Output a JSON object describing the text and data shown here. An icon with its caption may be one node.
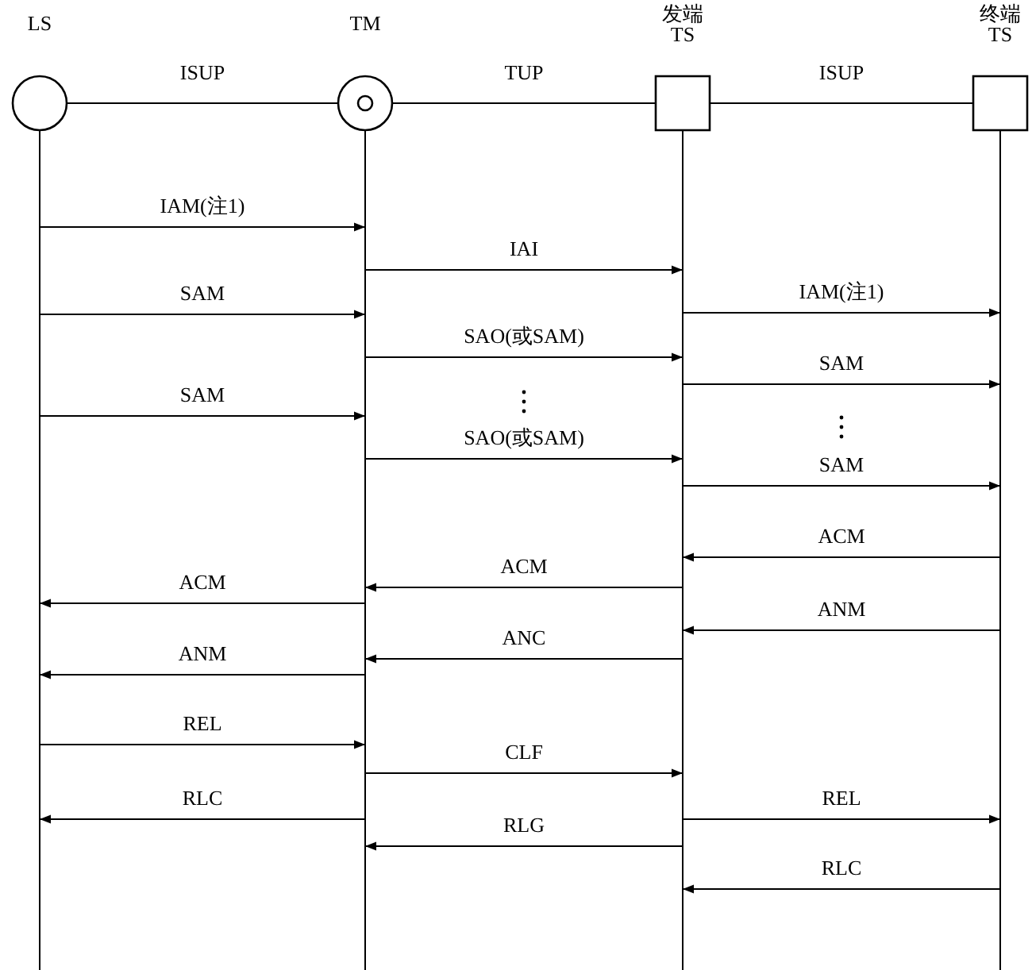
{
  "diagram": {
    "nodes": [
      {
        "text": [
          "LS"
        ]
      },
      {
        "text": [
          "TM"
        ]
      },
      {
        "text": [
          "发端 TS"
        ]
      },
      {
        "text": [
          "终端 TS"
        ]
      }
    ],
    "edges": [
      {
        "from": 0,
        "to": 1,
        "arrow": "none",
        "label": "ISUP"
      },
      {
        "from": 1,
        "to": 2,
        "arrow": "none",
        "label": "TUP"
      },
      {
        "from": 2,
        "to": 3,
        "arrow": "none",
        "label": "ISUP"
      },
      {
        "from": 0,
        "to": 1,
        "arrow": "to",
        "label": "IAM(注1)"
      },
      {
        "from": 1,
        "to": 2,
        "arrow": "to",
        "label": "IAI"
      },
      {
        "from": 2,
        "to": 3,
        "arrow": "to",
        "label": "IAM(注1)"
      },
      {
        "from": 0,
        "to": 1,
        "arrow": "to",
        "label": "SAM"
      },
      {
        "from": 1,
        "to": 2,
        "arrow": "to",
        "label": "SAO(或SAM)"
      },
      {
        "from": 2,
        "to": 3,
        "arrow": "to",
        "label": "SAM"
      },
      {
        "from": 0,
        "to": 1,
        "arrow": "to",
        "label": "SAM"
      },
      {
        "from": 1,
        "to": 2,
        "arrow": "to",
        "label": "SAO(或SAM)"
      },
      {
        "from": 2,
        "to": 3,
        "arrow": "to",
        "label": "SAM"
      },
      {
        "from": 3,
        "to": 2,
        "arrow": "to",
        "label": "ACM"
      },
      {
        "from": 2,
        "to": 1,
        "arrow": "to",
        "label": "ACM"
      },
      {
        "from": 1,
        "to": 0,
        "arrow": "to",
        "label": "ACM"
      },
      {
        "from": 3,
        "to": 2,
        "arrow": "to",
        "label": "ANM"
      },
      {
        "from": 2,
        "to": 1,
        "arrow": "to",
        "label": "ANC"
      },
      {
        "from": 1,
        "to": 0,
        "arrow": "to",
        "label": "ANM"
      },
      {
        "from": 0,
        "to": 1,
        "arrow": "to",
        "label": "REL"
      },
      {
        "from": 1,
        "to": 2,
        "arrow": "to",
        "label": "CLF"
      },
      {
        "from": 1,
        "to": 0,
        "arrow": "to",
        "label": "RLC"
      },
      {
        "from": 2,
        "to": 3,
        "arrow": "to",
        "label": "REL"
      },
      {
        "from": 2,
        "to": 1,
        "arrow": "to",
        "label": "RLG"
      },
      {
        "from": 3,
        "to": 2,
        "arrow": "to",
        "label": "RLC"
      }
    ]
  }
}
